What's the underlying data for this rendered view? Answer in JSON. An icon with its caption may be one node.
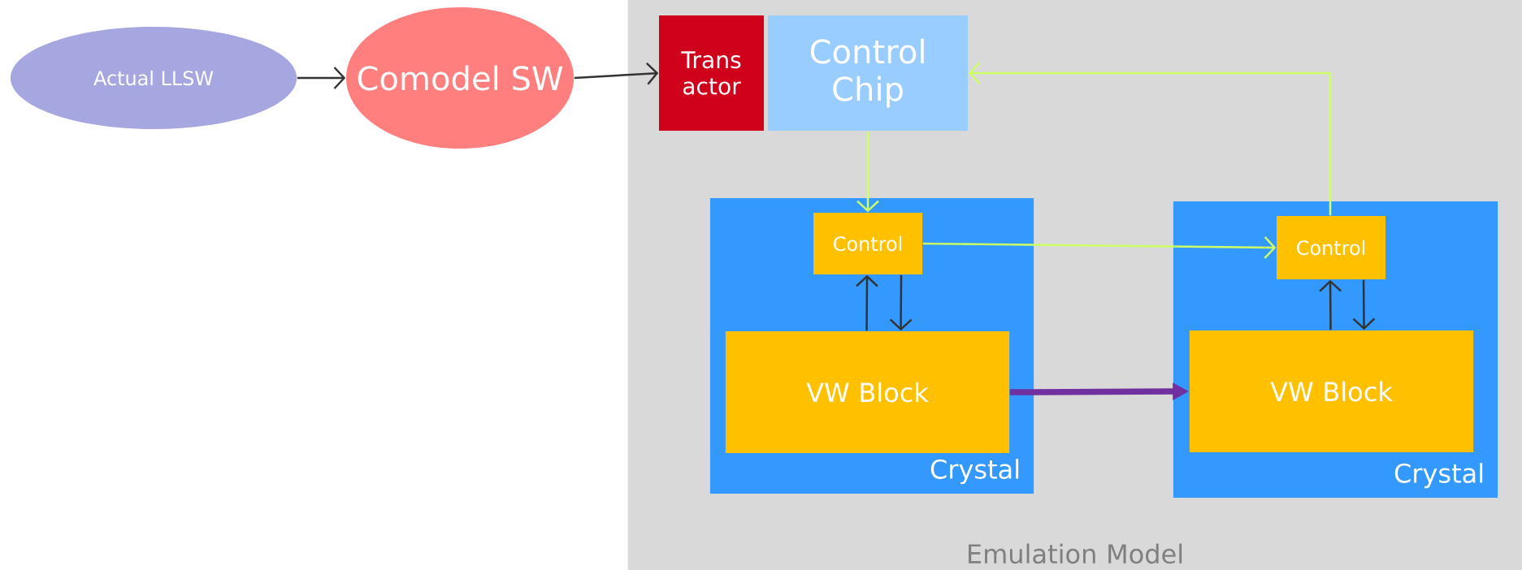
{
  "diagram": {
    "nodes": [
      {
        "text": [
          "Emulation Model"
        ]
      },
      {
        "text": [
          "Actual LLSW"
        ]
      },
      {
        "text": [
          "Comodel SW"
        ]
      },
      {
        "text": [
          "Trans actor"
        ],
        "in": 0
      },
      {
        "text": [
          "Control Chip"
        ],
        "in": 0
      },
      {
        "text": [
          "Crystal"
        ],
        "in": 0
      },
      {
        "text": [
          "Control"
        ],
        "in": 5
      },
      {
        "text": [
          "VW Block"
        ],
        "in": 5
      },
      {
        "text": [
          "Crystal"
        ],
        "in": 0
      },
      {
        "text": [
          "Control"
        ],
        "in": 8
      },
      {
        "text": [
          "VW Block"
        ],
        "in": 8
      }
    ],
    "edges": [
      {
        "from": 1,
        "to": 2,
        "arrow": "to"
      },
      {
        "from": 2,
        "to": 3,
        "arrow": "to"
      },
      {
        "from": 4,
        "to": 6,
        "arrow": "to",
        "color": "#ccff66"
      },
      {
        "from": 6,
        "to": 9,
        "arrow": "to",
        "color": "#ccff66"
      },
      {
        "from": 9,
        "to": 4,
        "arrow": "to",
        "color": "#ccff66"
      },
      {
        "from": 7,
        "to": 6,
        "arrow": "to"
      },
      {
        "from": 6,
        "to": 7,
        "arrow": "to"
      },
      {
        "from": 10,
        "to": 9,
        "arrow": "to"
      },
      {
        "from": 9,
        "to": 10,
        "arrow": "to"
      },
      {
        "from": 7,
        "to": 10,
        "arrow": "to",
        "style": "thick",
        "color": "#7030a0"
      }
    ]
  }
}
